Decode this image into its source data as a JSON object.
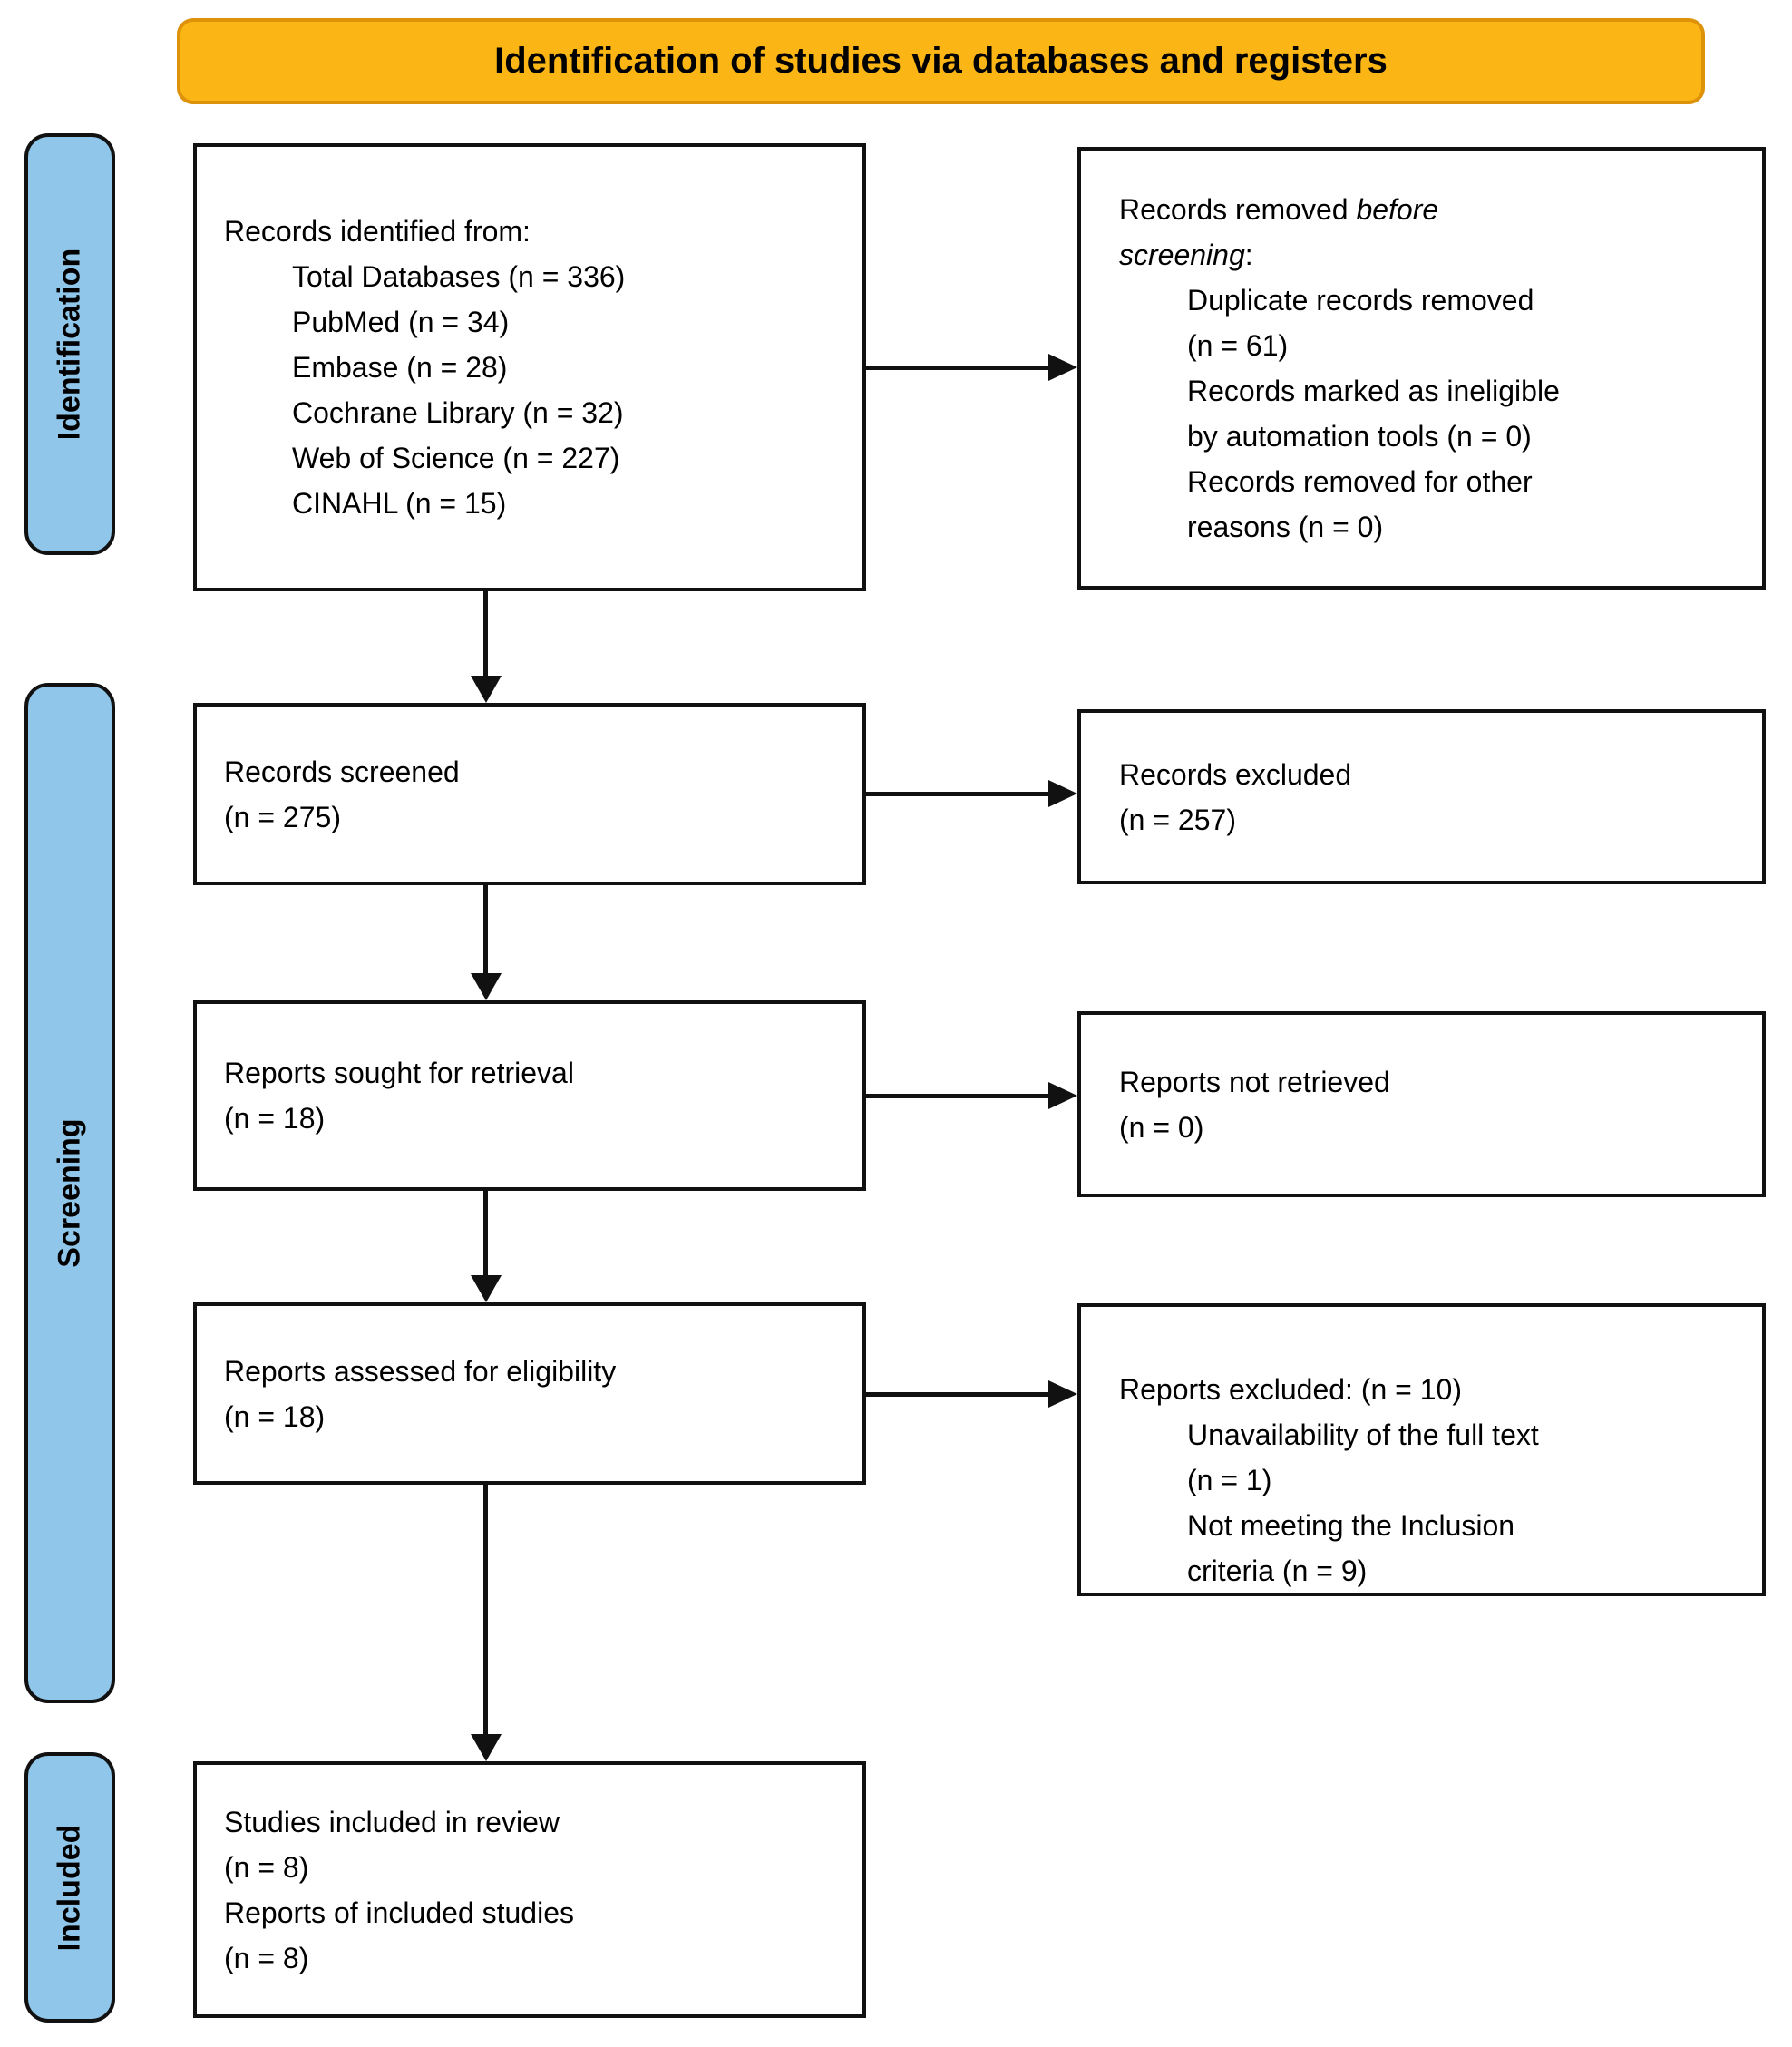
{
  "theme": {
    "banner-bg": "#FBB615",
    "banner-border": "#DE920A",
    "stage-bg": "#8FC6E9",
    "line-color": "#111111"
  },
  "banner": {
    "title": "Identification of studies via databases and registers"
  },
  "stages": {
    "identification": "Identification",
    "screening": "Screening",
    "included": "Included"
  },
  "boxes": {
    "records_identified": {
      "lines": [
        "Records identified from:",
        "Total Databases (n = 336)",
        "PubMed (n = 34)",
        "Embase (n = 28)",
        "Cochrane Library (n = 32)",
        "Web of Science (n = 227)",
        "CINAHL (n = 15)"
      ]
    },
    "records_removed": {
      "line1_prefix": "Records removed ",
      "line1_italic": "before",
      "line2_italic": "screening",
      "line2_suffix": ":",
      "items": [
        "Duplicate records removed",
        "(n = 61)",
        "Records marked as ineligible",
        "by automation tools (n = 0)",
        "Records removed for other",
        "reasons (n = 0)"
      ]
    },
    "records_screened": {
      "lines": [
        "Records screened",
        "(n = 275)"
      ]
    },
    "records_excluded": {
      "lines": [
        "Records excluded",
        "(n = 257)"
      ]
    },
    "reports_sought": {
      "lines": [
        "Reports sought for retrieval",
        "(n = 18)"
      ]
    },
    "reports_not_retrieved": {
      "lines": [
        "Reports not retrieved",
        "(n = 0)"
      ]
    },
    "reports_assessed": {
      "lines": [
        "Reports assessed for eligibility",
        "(n = 18)"
      ]
    },
    "reports_excluded": {
      "lines": [
        "Reports excluded: (n = 10)",
        "Unavailability of the full text",
        "(n = 1)",
        "Not meeting the Inclusion",
        "criteria (n = 9)"
      ]
    },
    "studies_included": {
      "lines": [
        "Studies included in review",
        "(n = 8)",
        "Reports of included studies",
        "(n = 8)"
      ]
    }
  }
}
